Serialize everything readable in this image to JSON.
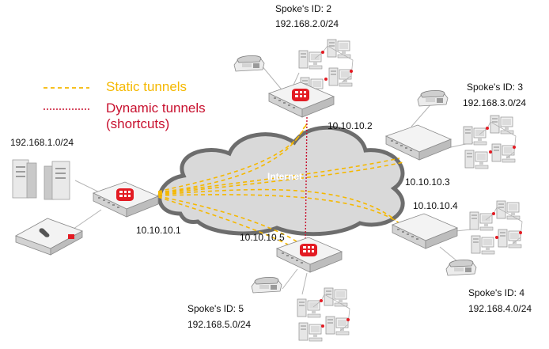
{
  "legend": {
    "static_label": "Static tunnels",
    "dynamic_label_line1": "Dynamic tunnels",
    "dynamic_label_line2": "(shortcuts)",
    "static_color": "#f5b800",
    "dynamic_color": "#c8102e"
  },
  "cloud": {
    "label": "Internet"
  },
  "hub": {
    "subnet": "192.168.1.0/24",
    "ip": "10.10.10.1"
  },
  "spokes": [
    {
      "id_label": "Spoke's ID: 2",
      "subnet": "192.168.2.0/24",
      "ip": "10.10.10.2"
    },
    {
      "id_label": "Spoke's ID: 3",
      "subnet": "192.168.3.0/24",
      "ip": "10.10.10.3"
    },
    {
      "id_label": "Spoke's ID: 4",
      "subnet": "192.168.4.0/24",
      "ip": "10.10.10.4"
    },
    {
      "id_label": "Spoke's ID: 5",
      "subnet": "192.168.5.0/24",
      "ip": "10.10.10.5"
    }
  ],
  "colors": {
    "fortinet_red": "#e31b23",
    "device_gray": "#e8e8e8",
    "cloud_gray": "#d9d9d9"
  }
}
